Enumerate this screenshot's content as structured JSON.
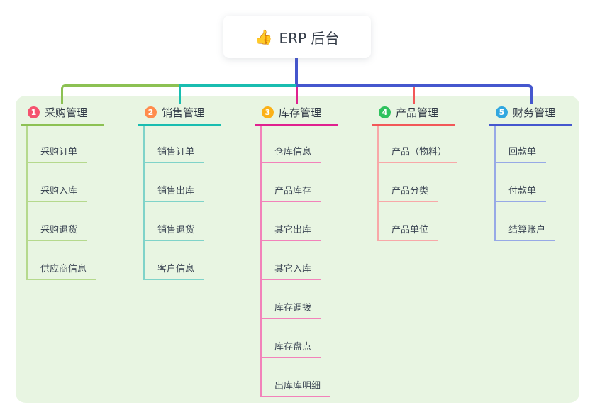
{
  "root": {
    "icon": "👍",
    "title": "ERP 后台"
  },
  "colors": {
    "panel_background": "#e8f5e2",
    "root_drop_line": "#4556cd",
    "text_dark": "#2f3845"
  },
  "branches": [
    {
      "num": "1",
      "label": "采购管理",
      "badge_color": "#f5536e",
      "line_color": "#8cc153",
      "child_line_color": "#b5d98d",
      "children": [
        "采购订单",
        "采购入库",
        "采购退货",
        "供应商信息"
      ]
    },
    {
      "num": "2",
      "label": "销售管理",
      "badge_color": "#ff8c4d",
      "line_color": "#19bdb0",
      "child_line_color": "#7fd3c9",
      "children": [
        "销售订单",
        "销售出库",
        "销售退货",
        "客户信息"
      ]
    },
    {
      "num": "3",
      "label": "库存管理",
      "badge_color": "#fbb117",
      "line_color": "#e0218f",
      "child_line_color": "#f282ba",
      "children": [
        "仓库信息",
        "产品库存",
        "其它出库",
        "其它入库",
        "库存调拨",
        "库存盘点",
        "出库库明细"
      ]
    },
    {
      "num": "4",
      "label": "产品管理",
      "badge_color": "#2fc25e",
      "line_color": "#f25858",
      "child_line_color": "#f8a8a8",
      "children": [
        "产品（物料）",
        "产品分类",
        "产品单位"
      ]
    },
    {
      "num": "5",
      "label": "财务管理",
      "badge_color": "#31a7e0",
      "line_color": "#4557ce",
      "child_line_color": "#97a9e6",
      "children": [
        "回款单",
        "付款单",
        "结算账户"
      ]
    }
  ]
}
